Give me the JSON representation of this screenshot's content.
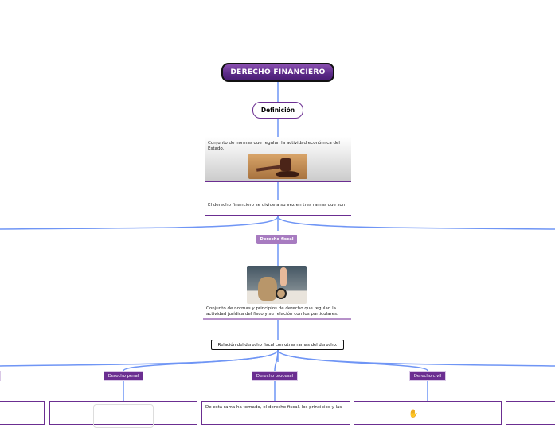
{
  "title": "DERECHO FINANCIERO",
  "definition": {
    "label": "Definición",
    "text": "Conjunto de normas que regulan la actividad económica del Estado."
  },
  "division": "El derecho financiero se divide a su vez en tres ramas que son:",
  "fiscal": {
    "label": "Derecho fiscal",
    "text": "Conjunto de normas y principios de derecho que regulan la actividad jurídica del fisco y su relación con los particulares."
  },
  "relation": "Relación del derecho fiscal con otras ramas del derecho.",
  "branches": [
    {
      "label": "Derecho penal"
    },
    {
      "label": "Derecho procesal",
      "text": "De esta rama ha tomado, el derecho fiscal, los principios y las"
    },
    {
      "label": "Derecho civil"
    }
  ],
  "colors": {
    "purple": "#6b2e91",
    "line": "#5b85f0"
  }
}
